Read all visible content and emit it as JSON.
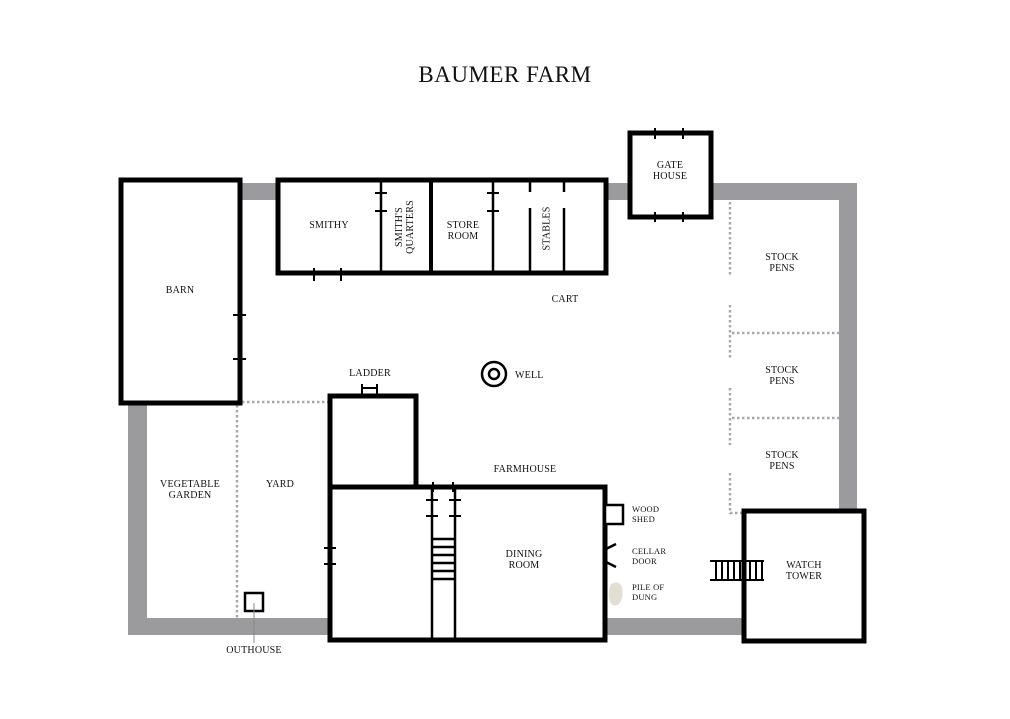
{
  "title": "BAUMER FARM",
  "colors": {
    "building_wall": "#000000",
    "palisade": "#9b9b9e",
    "dotted_fence": "#a8a8aa",
    "dung": "#e2ded3",
    "background": "#ffffff"
  },
  "labels": {
    "barn": "BARN",
    "smithy": "SMITHY",
    "smiths_quarters_1": "SMITH'S",
    "smiths_quarters_2": "QUARTERS",
    "store_room_1": "STORE",
    "store_room_2": "ROOM",
    "stables": "STABLES",
    "gate_house_1": "GATE",
    "gate_house_2": "HOUSE",
    "cart": "CART",
    "well": "WELL",
    "ladder": "LADDER",
    "farmhouse": "FARMHOUSE",
    "stock_pens_1a": "STOCK",
    "stock_pens_1b": "PENS",
    "stock_pens_2a": "STOCK",
    "stock_pens_2b": "PENS",
    "stock_pens_3a": "STOCK",
    "stock_pens_3b": "PENS",
    "vegetable_garden_1": "VEGETABLE",
    "vegetable_garden_2": "GARDEN",
    "yard": "YARD",
    "dining_room_1": "DINING",
    "dining_room_2": "ROOM",
    "wood_shed_1": "WOOD",
    "wood_shed_2": "SHED",
    "cellar_door_1": "CELLAR",
    "cellar_door_2": "DOOR",
    "pile_of_dung_1": "PILE OF",
    "pile_of_dung_2": "DUNG",
    "watch_tower_1": "WATCH",
    "watch_tower_2": "TOWER",
    "outhouse": "OUTHOUSE"
  }
}
